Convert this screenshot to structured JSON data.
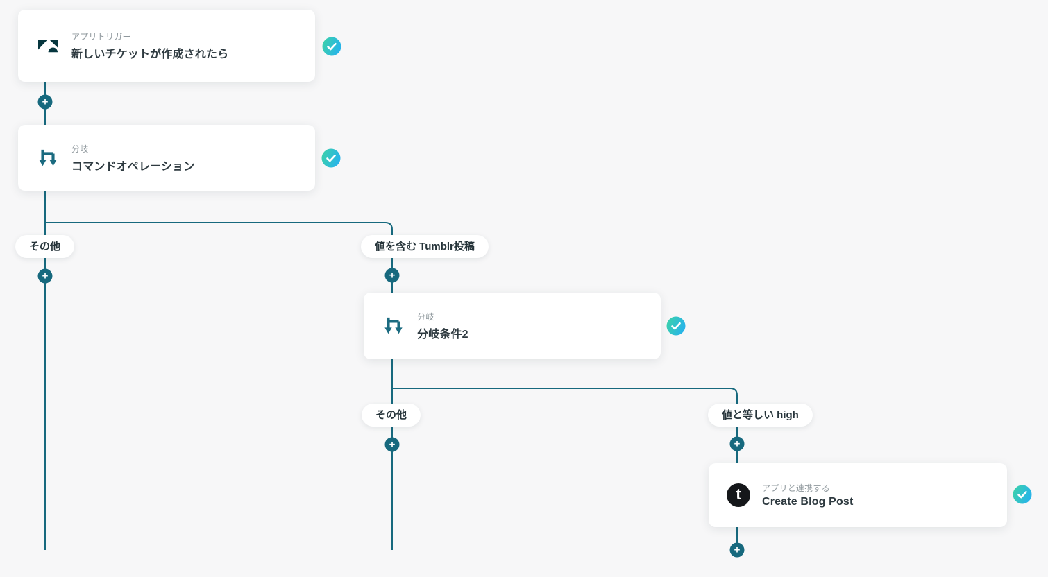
{
  "workflow": {
    "nodes": [
      {
        "app": "Zendesk",
        "kind_label": "アプリトリガー",
        "title": "新しいチケットが作成されたら",
        "status": "complete"
      },
      {
        "app": "分岐",
        "kind_label": "分岐",
        "title": "コマンドオペレーション",
        "status": "complete"
      },
      {
        "app": "分岐",
        "kind_label": "分岐",
        "title": "分岐条件2",
        "status": "complete"
      },
      {
        "app": "Tumblr",
        "kind_label": "アプリと連携する",
        "title": "Create Blog Post",
        "status": "complete"
      }
    ],
    "branches": [
      {
        "left_label": "その他",
        "right_label": "値を含む Tumblr投稿"
      },
      {
        "left_label": "その他",
        "right_label": "値と等しい high"
      }
    ]
  },
  "glyphs": {
    "plus": "+",
    "tumblr_t": "t"
  },
  "icon_names": [
    "zendesk-icon",
    "branch-fork-icon",
    "tumblr-icon",
    "check-icon",
    "plus-icon"
  ],
  "colors": {
    "background": "#f7f7f8",
    "connector_line": "#17697e",
    "plus_button": "#17697e",
    "check_gradient_start": "#3dd3a6",
    "check_gradient_end": "#28b4e9",
    "zendesk_brand": "#06363e",
    "branch_icon": "#1b6b80",
    "tumblr_black": "#15171a",
    "card_title_text": "#2e3a40",
    "card_kind_text": "#8f989d"
  }
}
